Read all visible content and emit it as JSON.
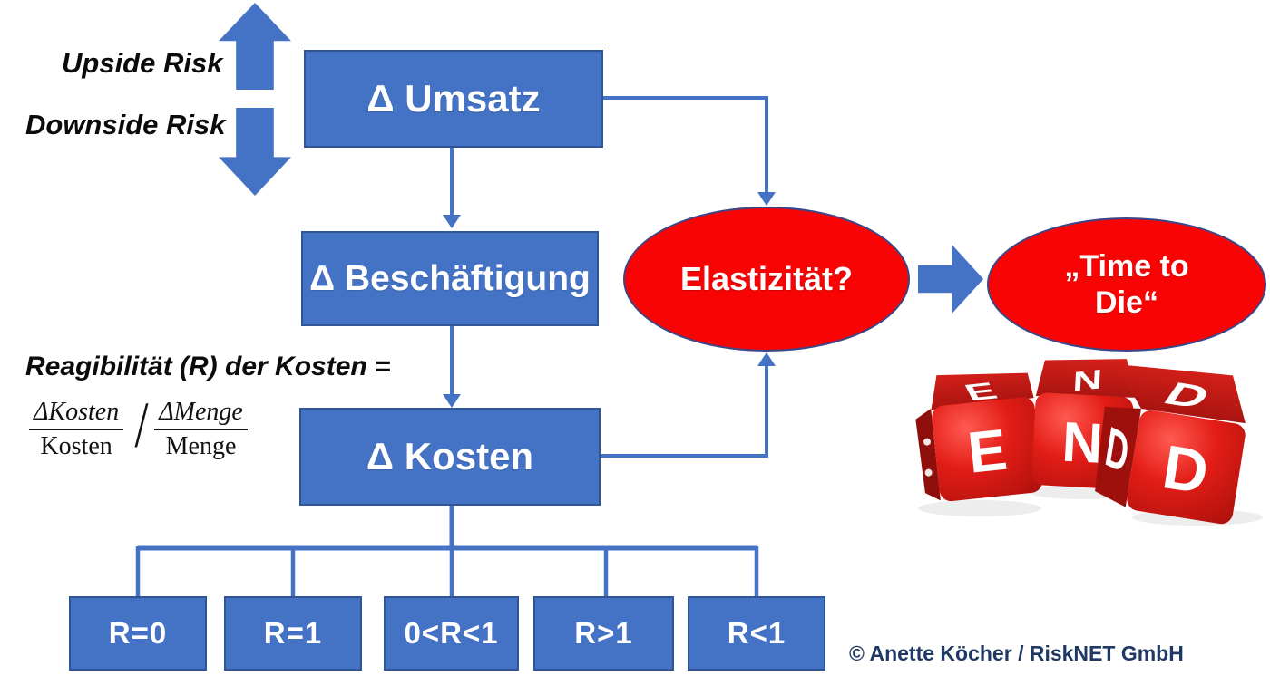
{
  "diagram": {
    "risk_labels": {
      "upside": "Upside Risk",
      "downside": "Downside Risk"
    },
    "flow_boxes": {
      "umsatz": "Δ Umsatz",
      "beschaeftigung": "Δ Beschäftigung",
      "kosten": "Δ Kosten"
    },
    "formula": {
      "title": "Reagibilität (R) der Kosten =",
      "fraction1": {
        "numerator": "ΔKosten",
        "denominator": "Kosten"
      },
      "divider": "/",
      "fraction2": {
        "numerator": "ΔMenge",
        "denominator": "Menge"
      }
    },
    "ellipses": {
      "elastizitaet": "Elastizität?",
      "time_to_die_line1": "„Time to",
      "time_to_die_line2": "Die“"
    },
    "r_boxes": [
      "R=0",
      "R=1",
      "0<R<1",
      "R>1",
      "R<1"
    ],
    "dice_letters": {
      "front": [
        "E",
        "N",
        "D"
      ],
      "top": [
        "E",
        "N",
        "D"
      ],
      "side": "D"
    },
    "credit": "© Anette Köcher / RiskNET GmbH",
    "colors": {
      "shape_blue": "#4472C4",
      "shape_border_blue": "#2F5597",
      "ellipse_red": "#F80404",
      "ellipse_border_navy": "#3A4687",
      "dice_red": "#DC1612",
      "credit_navy": "#1F3864"
    }
  }
}
